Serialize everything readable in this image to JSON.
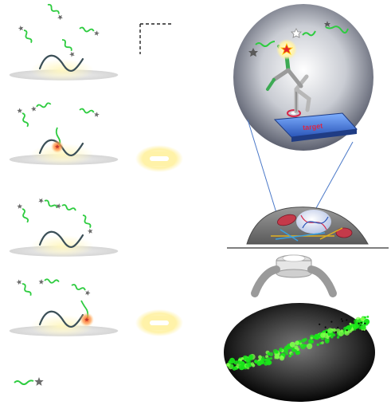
{
  "target_label": "target",
  "colors": {
    "probe_green": "#2ecc40",
    "dye_gray": "#6b6b6b",
    "target_strand": "#3b4f57",
    "glow_yellow": "#fff2a8",
    "glow_orange": "#ff7a3c",
    "target_chip": "#3b6fd6",
    "target_text": "#d6284a",
    "cell_gray": "#8a8a8a",
    "signal_green": "#19e619"
  },
  "icons": {
    "probe": "green-probe-icon",
    "quencher": "star-icon",
    "target": "dna-strand-icon",
    "antibody": "antibody-icon",
    "cell": "cell-icon",
    "objective": "microscope-objective-icon"
  },
  "panels": [
    {
      "state": "unbound",
      "signal": false
    },
    {
      "state": "binding-left",
      "signal": true
    },
    {
      "state": "unbound",
      "signal": false
    },
    {
      "state": "binding-right",
      "signal": true
    }
  ]
}
